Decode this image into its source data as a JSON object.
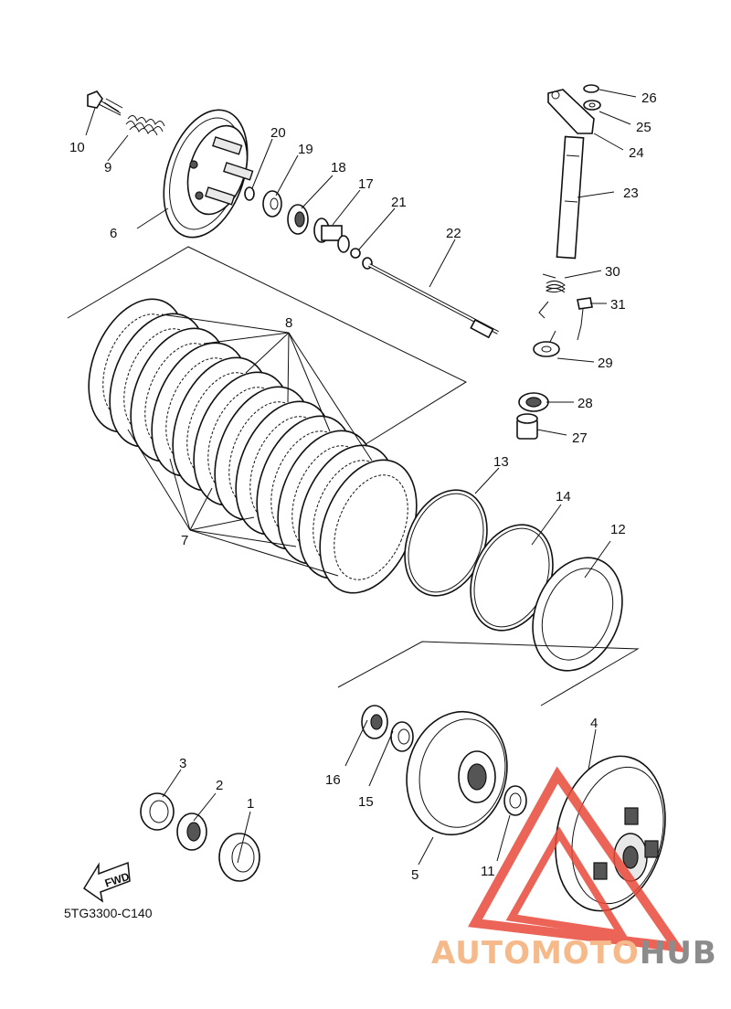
{
  "diagram": {
    "code": "5TG3300-C140",
    "fwd_label": "FWD",
    "callouts": [
      "1",
      "2",
      "3",
      "4",
      "5",
      "6",
      "7",
      "8",
      "9",
      "10",
      "11",
      "12",
      "13",
      "14",
      "15",
      "16",
      "17",
      "18",
      "19",
      "20",
      "21",
      "22",
      "23",
      "24",
      "25",
      "26",
      "27",
      "28",
      "29",
      "30",
      "31"
    ]
  },
  "watermark": {
    "part_a": "AUTOMOTO",
    "part_b": "HUB",
    "color_a": "#f5b98a",
    "color_b": "#8c8c8c",
    "logo_color": "#e84a3a"
  }
}
